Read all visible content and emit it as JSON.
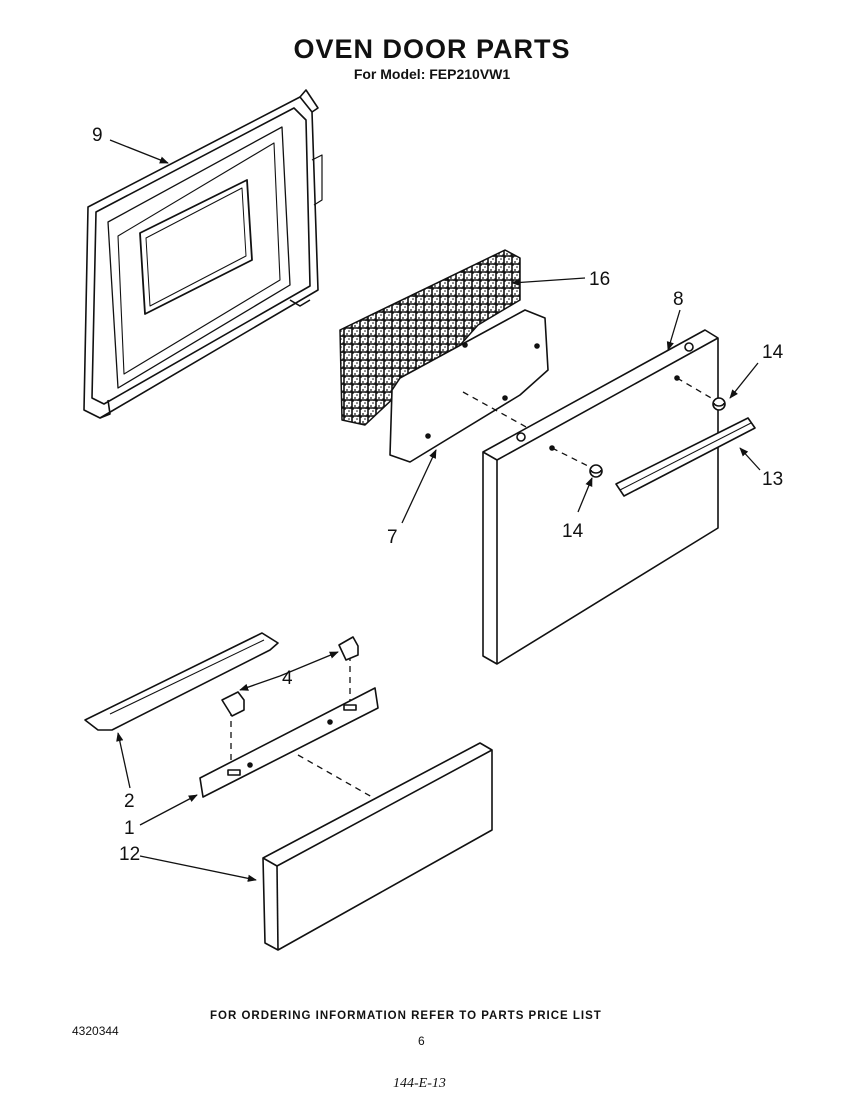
{
  "header": {
    "title": "OVEN DOOR PARTS",
    "subtitle": "For Model: FEP210VW1"
  },
  "callouts": [
    {
      "label": "9"
    },
    {
      "label": "16"
    },
    {
      "label": "8"
    },
    {
      "label": "14"
    },
    {
      "label": "13"
    },
    {
      "label": "14"
    },
    {
      "label": "7"
    },
    {
      "label": "4"
    },
    {
      "label": "2"
    },
    {
      "label": "1"
    },
    {
      "label": "12"
    }
  ],
  "footer": {
    "ordering_note": "FOR ORDERING INFORMATION REFER TO PARTS PRICE LIST",
    "document_number": "4320344",
    "page_number": "6",
    "handwritten_code": "144-E-13"
  }
}
